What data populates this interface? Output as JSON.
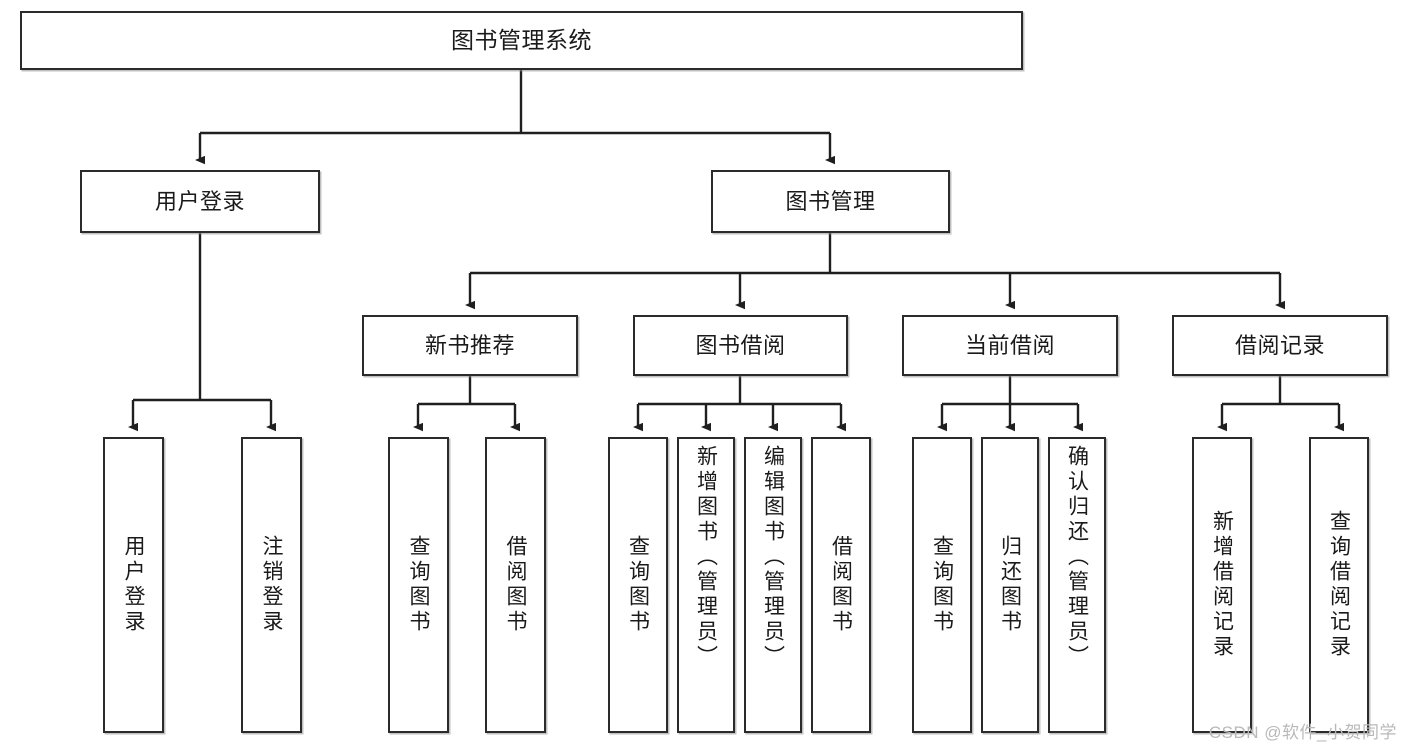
{
  "diagram": {
    "title": "图书管理系统",
    "type": "tree",
    "watermark": "CSDN @软件_小贺同学",
    "colors": {
      "box_border": "#2b2b2b",
      "box_fill": "#ffffff",
      "edge": "#1f1f1f",
      "text": "#1a1a1a",
      "watermark": "#b9b9b9",
      "background": "#ffffff"
    }
  },
  "nodes": {
    "root": {
      "label": "图书管理系统"
    },
    "level2": [
      {
        "label": "用户登录"
      },
      {
        "label": "图书管理"
      }
    ],
    "level3": [
      {
        "label": "新书推荐"
      },
      {
        "label": "图书借阅"
      },
      {
        "label": "当前借阅"
      },
      {
        "label": "借阅记录"
      }
    ],
    "leaves": {
      "user_login": [
        {
          "label": "用户登录"
        },
        {
          "label": "注销登录"
        }
      ],
      "new_book_recommend": [
        {
          "label": "查询图书"
        },
        {
          "label": "借阅图书"
        }
      ],
      "book_borrow": [
        {
          "label": "查询图书"
        },
        {
          "label": "新增图书（管理员）"
        },
        {
          "label": "编辑图书（管理员）"
        },
        {
          "label": "借阅图书"
        }
      ],
      "current_borrow": [
        {
          "label": "查询图书"
        },
        {
          "label": "归还图书"
        },
        {
          "label": "确认归还（管理员）"
        }
      ],
      "borrow_record": [
        {
          "label": "新增借阅记录"
        },
        {
          "label": "查询借阅记录"
        }
      ]
    }
  }
}
